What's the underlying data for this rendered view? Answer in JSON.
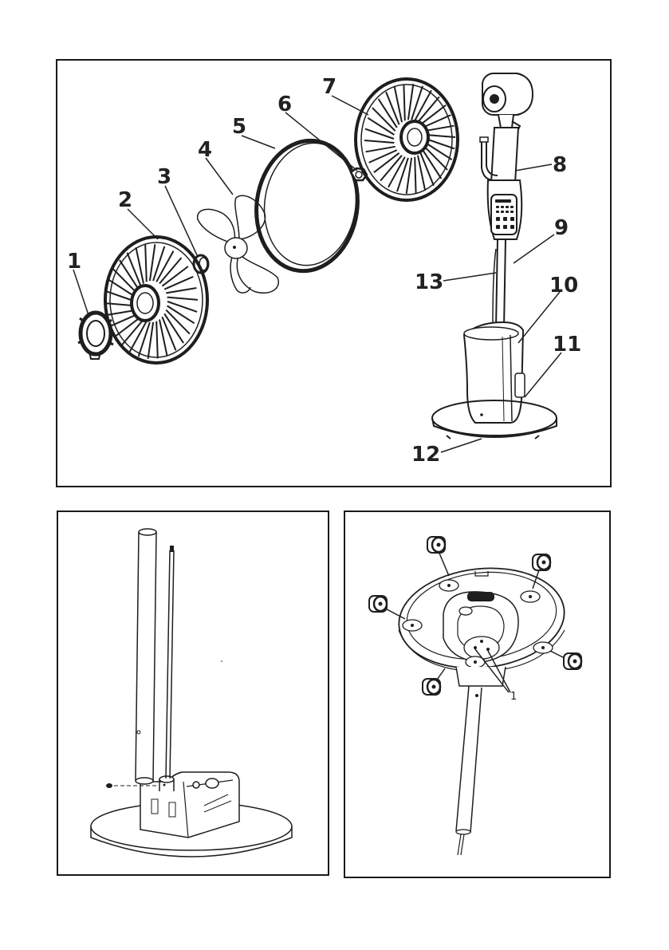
{
  "exploded_view": {
    "labels": [
      "1",
      "2",
      "3",
      "4",
      "5",
      "6",
      "7",
      "8",
      "9",
      "10",
      "11",
      "12",
      "13"
    ]
  },
  "caster_view": {
    "labels": [
      "1"
    ]
  }
}
